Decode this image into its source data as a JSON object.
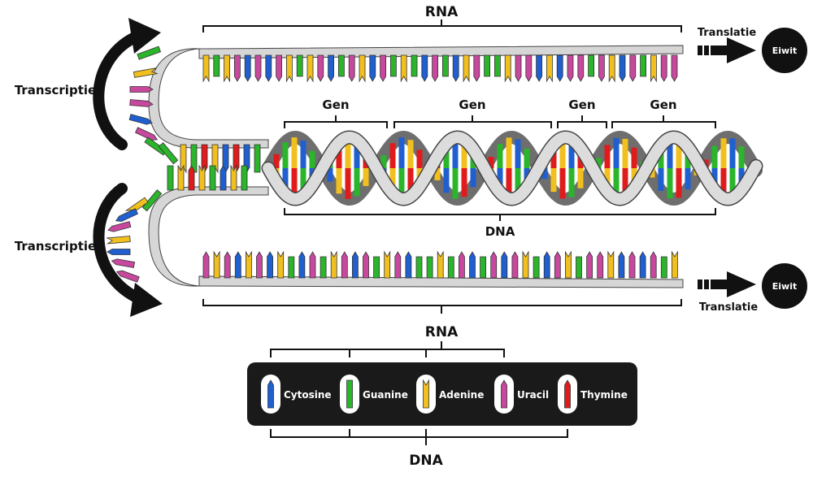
{
  "labels": {
    "rna_top": "RNA",
    "rna_bottom": "RNA",
    "dna_middle": "DNA",
    "dna_bottom": "DNA",
    "transcription_top": "Transcriptie",
    "transcription_bottom": "Transcriptie",
    "translation_top": "Translatie",
    "translation_bottom": "Translatie",
    "protein_top": "Eiwit",
    "protein_bottom": "Eiwit",
    "genes": [
      "Gen",
      "Gen",
      "Gen",
      "Gen"
    ]
  },
  "legend": [
    {
      "name": "Cytosine",
      "color": "#1f5fd0"
    },
    {
      "name": "Guanine",
      "color": "#2bb52b"
    },
    {
      "name": "Adenine",
      "color": "#f2c01e"
    },
    {
      "name": "Uracil",
      "color": "#c8489e"
    },
    {
      "name": "Thymine",
      "color": "#e01b1b"
    }
  ]
}
